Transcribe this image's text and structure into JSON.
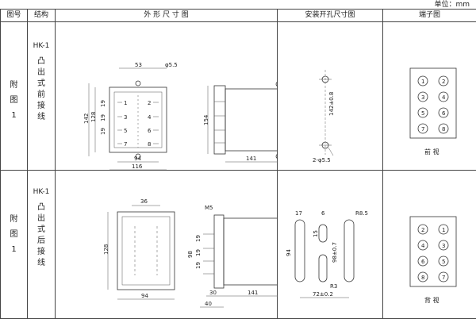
{
  "unit_label": "单位：mm",
  "headers": {
    "figure_no": "图号",
    "structure": "结构",
    "outline": "外 形 尺 寸 图",
    "mounting": "安装开孔尺寸图",
    "terminal": "端子图"
  },
  "rows": [
    {
      "figure": [
        "附",
        "图",
        "1"
      ],
      "code": "HK-1",
      "structure": [
        "凸",
        "出",
        "式",
        "前",
        "接",
        "线"
      ],
      "outline_dims": {
        "top_width": "53",
        "hole": "φ5.5",
        "height_outer": "142",
        "height_inner": "128",
        "pitch_a": "19",
        "pitch_b": "19",
        "pitch_c": "19",
        "base_inner": "94",
        "base_outer": "116",
        "side_height": "154",
        "depth": "141"
      },
      "pins_left": [
        "1",
        "3",
        "5",
        "7"
      ],
      "pins_right": [
        "2",
        "4",
        "6",
        "8"
      ],
      "mount_dims": {
        "spacing": "142±0.8",
        "hole": "2-φ5.5"
      },
      "terminals": [
        "1",
        "2",
        "3",
        "4",
        "5",
        "6",
        "7",
        "8"
      ],
      "view_label": "前  视"
    },
    {
      "figure": [
        "附",
        "图",
        "1"
      ],
      "code": "HK-1",
      "structure": [
        "凸",
        "出",
        "式",
        "后",
        "接",
        "线"
      ],
      "outline_dims": {
        "top_width": "36",
        "height": "128",
        "base": "94",
        "screw": "M5",
        "pitch_a": "19",
        "pitch_b": "19",
        "pitch_c": "19",
        "pitch_d": "98",
        "bottom_a": "30",
        "bottom_b": "40",
        "depth": "141"
      },
      "mount_dims": {
        "w1": "17",
        "w2": "6",
        "r": "R8.5",
        "h": "94",
        "slot": "15",
        "inner": "98±0.7",
        "r2": "R3",
        "bottom": "72±0.2"
      },
      "terminals": [
        "2",
        "1",
        "4",
        "3",
        "6",
        "5",
        "8",
        "7"
      ],
      "view_label": "背  视"
    }
  ]
}
